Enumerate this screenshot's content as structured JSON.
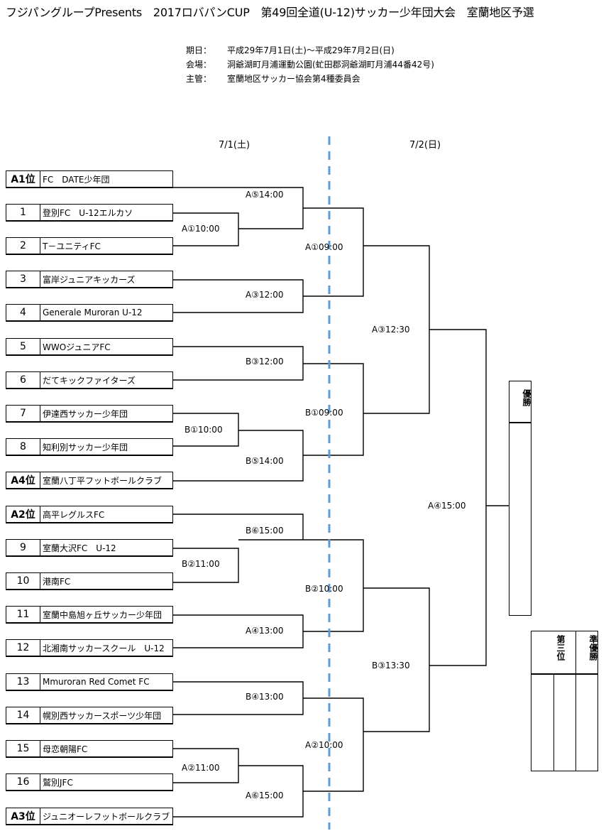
{
  "title": "フジパングループPresents　2017ロバパンCUP　第49回全道(U-12)サッカー少年団大会　室蘭地区予選",
  "info": [
    {
      "label": "期日：",
      "value": "平成29年7月1日(土)～平成29年7月2日(日)"
    },
    {
      "label": "会場：",
      "value": "洞爺湖町月浦運動公園(虻田郡洞爺湖町月浦44番42号)"
    },
    {
      "label": "主管：",
      "value": "室蘭地区サッカー協会第4種委員会"
    }
  ],
  "days": {
    "day1": "7/1(土)",
    "day2": "7/2(日)"
  },
  "teams": [
    {
      "seed": "A1位",
      "name": "FC　DATE少年団"
    },
    {
      "seed": "1",
      "name": "登別FC　U-12エルカソ"
    },
    {
      "seed": "2",
      "name": "T－ユニティFC"
    },
    {
      "seed": "3",
      "name": "富岸ジュニアキッカーズ"
    },
    {
      "seed": "4",
      "name": "Generale Muroran U-12"
    },
    {
      "seed": "5",
      "name": "WWOジュニアFC"
    },
    {
      "seed": "6",
      "name": "だてキックファイターズ"
    },
    {
      "seed": "7",
      "name": "伊達西サッカー少年団"
    },
    {
      "seed": "8",
      "name": "知利別サッカー少年団"
    },
    {
      "seed": "A4位",
      "name": "室蘭八丁平フットボールクラブ"
    },
    {
      "seed": "A2位",
      "name": "高平レグルスFC"
    },
    {
      "seed": "9",
      "name": "室蘭大沢FC　U-12"
    },
    {
      "seed": "10",
      "name": "港南FC"
    },
    {
      "seed": "11",
      "name": "室蘭中島旭ヶ丘サッカー少年団"
    },
    {
      "seed": "12",
      "name": "北湘南サッカースクール　U-12"
    },
    {
      "seed": "13",
      "name": "Mmuroran Red Comet FC"
    },
    {
      "seed": "14",
      "name": "幌別西サッカースポーツ少年団"
    },
    {
      "seed": "15",
      "name": "母恋朝陽FC"
    },
    {
      "seed": "16",
      "name": "鷲別JFC"
    },
    {
      "seed": "A3位",
      "name": "ジュニオーレフットボールクラブ"
    }
  ],
  "matches": {
    "a5": "A⑤14:00",
    "a1r1": "A①10:00",
    "a3r1": "A③12:00",
    "b3r1": "B③12:00",
    "b1r1": "B①10:00",
    "b5": "B⑤14:00",
    "b6": "B⑥15:00",
    "b2r1": "B②11:00",
    "a4r1": "A④13:00",
    "b4r1": "B④13:00",
    "a2r1": "A②11:00",
    "a6": "A⑥15:00",
    "a1r2": "A①09:00",
    "b1r2": "B①09:00",
    "b2r2": "B②10:00",
    "a2r2": "A②10:00",
    "a3r3": "A③12:30",
    "b3r3": "B③13:30",
    "final": "A④15:00"
  },
  "results": {
    "champion": "優勝",
    "third": "第三位",
    "runner_up": "準優勝"
  }
}
